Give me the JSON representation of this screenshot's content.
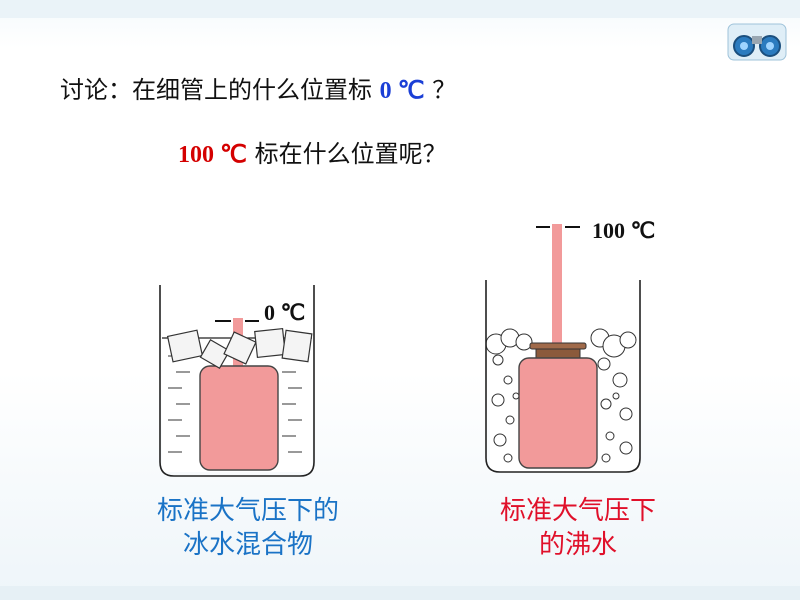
{
  "question": {
    "line1_text": "讨论：在细管上的什么位置标",
    "line1_value": "0 ℃",
    "line1_end": "？",
    "line2_value": "100 ℃",
    "line2_text": "标在什么位置呢？"
  },
  "left_beaker": {
    "mark_label": "0 ℃",
    "caption_line1": "标准大气压下的",
    "caption_line2": "冰水混合物"
  },
  "right_beaker": {
    "mark_label": "100 ℃",
    "caption_line1": "标准大气压下",
    "caption_line2": "的沸水"
  },
  "colors": {
    "accent_blue": "#1b3fd6",
    "accent_red": "#d40000",
    "bottle_pink": "#f29a9a",
    "caption_blue": "#1a73c6",
    "caption_red": "#e0102a",
    "stopper_brown": "#8b5a3c"
  },
  "icons": [
    "binoculars-icon",
    "ice-cube-icon",
    "bubble-icon"
  ]
}
